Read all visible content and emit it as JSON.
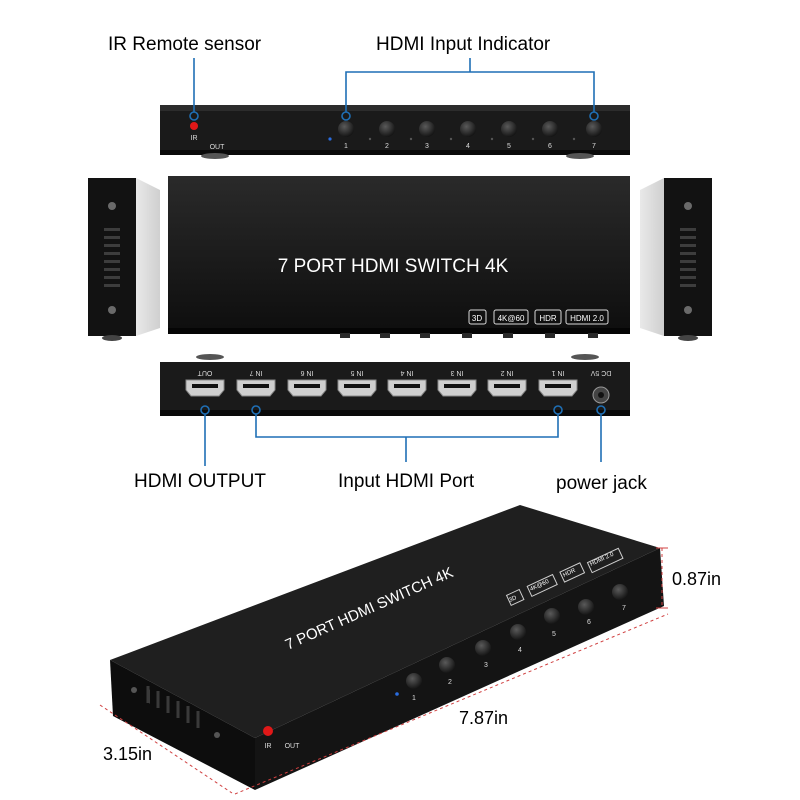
{
  "callouts": {
    "ir_sensor": "IR Remote sensor",
    "input_indicator": "HDMI Input Indicator",
    "hdmi_output": "HDMI OUTPUT",
    "input_port": "Input HDMI Port",
    "power_jack": "power jack"
  },
  "device": {
    "title": "7 PORT HDMI SWITCH 4K",
    "badges": [
      "3D",
      "4K@60",
      "HDR",
      "HDMI 2.0"
    ],
    "front_ir": "IR",
    "front_out": "OUT",
    "button_numbers": [
      "1",
      "2",
      "3",
      "4",
      "5",
      "6",
      "7"
    ],
    "rear_out": "OUT",
    "rear_ports": [
      "IN 7",
      "IN 6",
      "IN 5",
      "IN 4",
      "IN 3",
      "IN 2",
      "IN 1"
    ],
    "dc": "DC 5V"
  },
  "dimensions": {
    "height": "0.87in",
    "length": "7.87in",
    "width": "3.15in"
  },
  "colors": {
    "callout_line": "#1f6fb5",
    "body": "#161616",
    "ir_led": "#e01818"
  }
}
